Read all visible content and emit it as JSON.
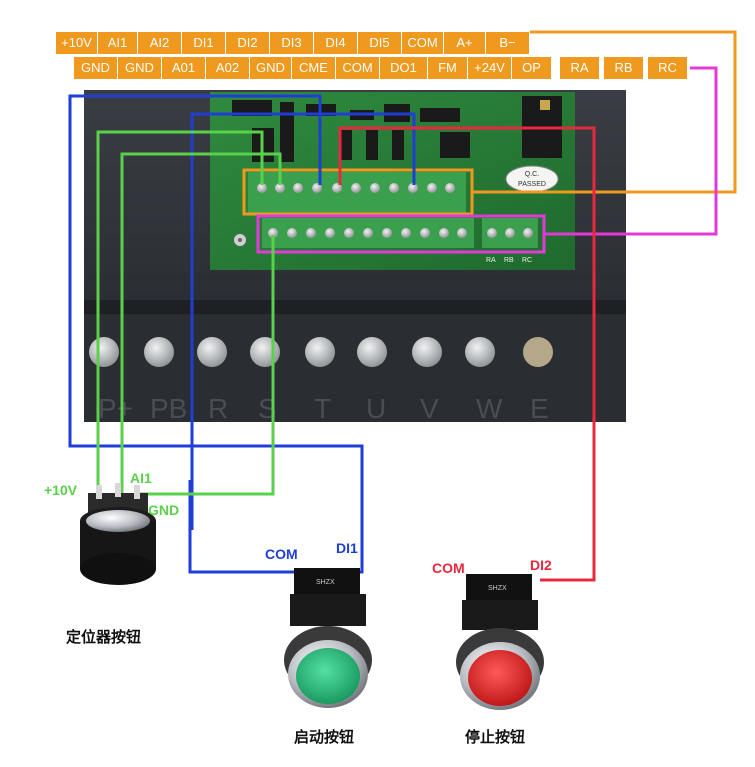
{
  "top_row": [
    "+10V",
    "AI1",
    "AI2",
    "DI1",
    "DI2",
    "DI3",
    "DI4",
    "DI5",
    "COM",
    "A+",
    "B−"
  ],
  "second_row": [
    "GND",
    "GND",
    "A01",
    "A02",
    "GND",
    "CME",
    "COM",
    "DO1",
    "FM",
    "+24V",
    "OP"
  ],
  "relay_row": [
    "RA",
    "RB",
    "RC"
  ],
  "board_relay_labels": [
    "RA",
    "RB",
    "RC"
  ],
  "board_stamp": [
    "Q.C.",
    "PASSED"
  ],
  "power_terminals": [
    "P+",
    "PB",
    "R",
    "S",
    "T",
    "U",
    "V",
    "W",
    "E"
  ],
  "pot_labels": {
    "plus10v": "+10V",
    "ai1": "AI1",
    "gnd": "GND"
  },
  "start_labels": {
    "com": "COM",
    "di": "DI1"
  },
  "stop_labels": {
    "com": "COM",
    "di": "DI2"
  },
  "captions": {
    "potentiometer": "定位器按钮",
    "start": "启动按钮",
    "stop": "停止按钮"
  },
  "button_brand": "SHZX",
  "colors": {
    "orange": "#ef9a1e",
    "blue": "#1f3ed6",
    "green": "#5ad14a",
    "red": "#e8283c",
    "magenta": "#e23ad8"
  }
}
